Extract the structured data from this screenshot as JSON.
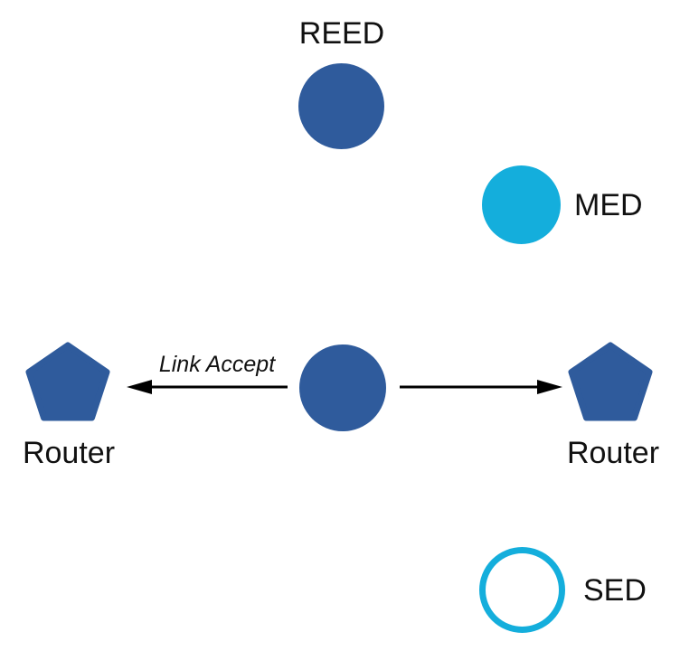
{
  "colors": {
    "node_blue": "#2F5B9C",
    "node_cyan": "#14AEDC",
    "arrow_black": "#000000",
    "background": "#FFFFFF",
    "text": "#111111"
  },
  "nodes": {
    "reed": {
      "label": "REED",
      "shape": "filled-circle",
      "color": "#2F5B9C"
    },
    "med": {
      "label": "MED",
      "shape": "filled-circle",
      "color": "#14AEDC"
    },
    "center": {
      "label": "",
      "shape": "filled-circle",
      "color": "#2F5B9C"
    },
    "router_left": {
      "label": "Router",
      "shape": "pentagon",
      "color": "#2F5B9C"
    },
    "router_right": {
      "label": "Router",
      "shape": "pentagon",
      "color": "#2F5B9C"
    },
    "sed": {
      "label": "SED",
      "shape": "outlined-circle",
      "color": "#14AEDC"
    }
  },
  "edges": {
    "center_to_router_left": {
      "label": "Link Accept",
      "direction": "left"
    },
    "center_to_router_right": {
      "label": "",
      "direction": "right"
    }
  }
}
